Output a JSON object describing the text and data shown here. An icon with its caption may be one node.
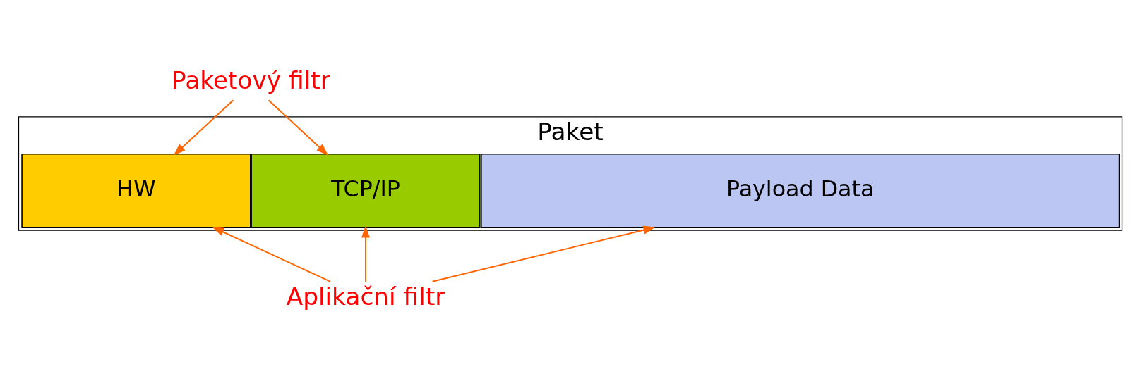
{
  "diagram": {
    "nodes": [
      {
        "text": [
          "Paketový filtr"
        ]
      },
      {
        "text": [
          "Paket"
        ]
      },
      {
        "text": [
          "HW"
        ],
        "in": 1
      },
      {
        "text": [
          "TCP/IP"
        ],
        "in": 1
      },
      {
        "text": [
          "Payload Data"
        ],
        "in": 1
      },
      {
        "text": [
          "Aplikační filtr"
        ]
      }
    ],
    "edges": [
      {
        "from": 0,
        "to": 2,
        "arrow": "to"
      },
      {
        "from": 0,
        "to": 3,
        "arrow": "to"
      },
      {
        "from": 5,
        "to": 2,
        "arrow": "to"
      },
      {
        "from": 5,
        "to": 3,
        "arrow": "to"
      },
      {
        "from": 5,
        "to": 4,
        "arrow": "to"
      }
    ]
  }
}
